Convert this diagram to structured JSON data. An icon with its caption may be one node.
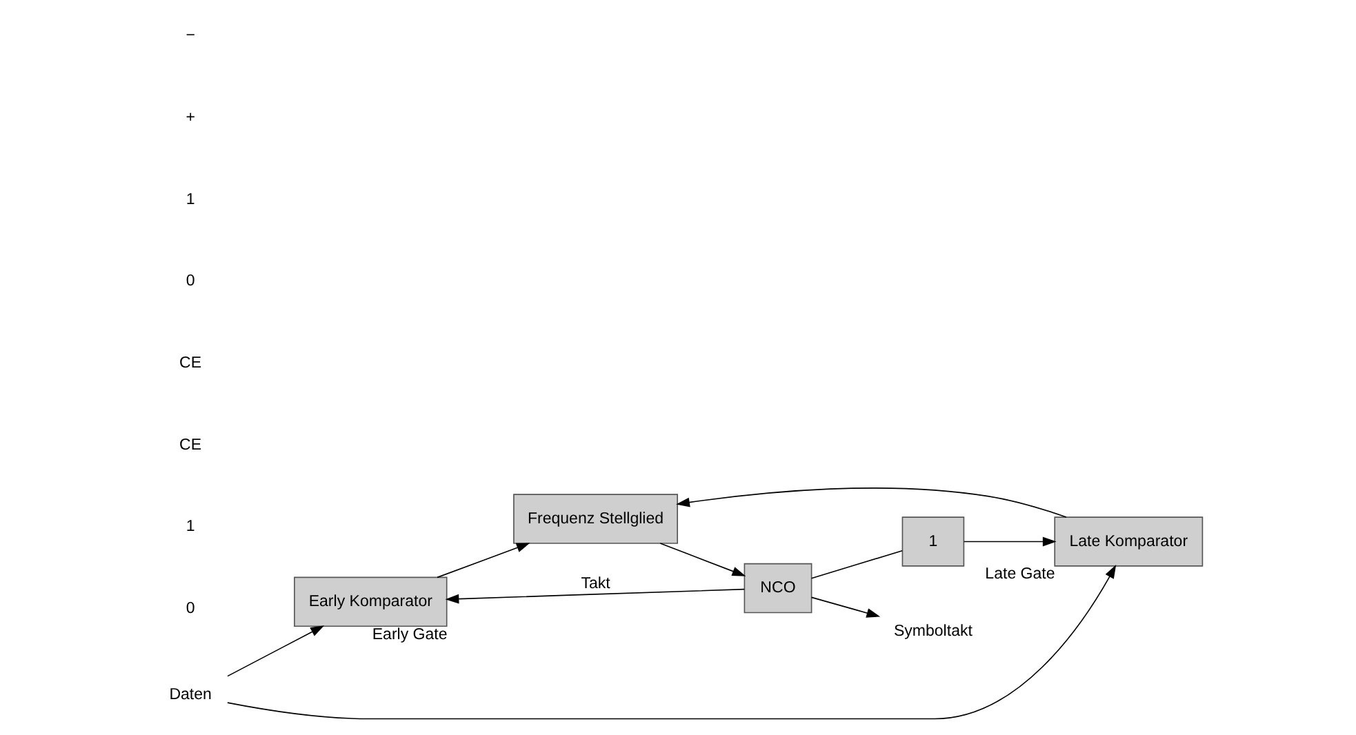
{
  "diagram": {
    "nodes": [
      {
        "text": [
          "Early Komparator"
        ],
        "beside": [
          "Early Gate"
        ]
      },
      {
        "text": [
          "Late Komparator"
        ],
        "beside": [
          "Late Gate"
        ]
      },
      {
        "text": [
          "Frequenz Stellglied"
        ]
      },
      {
        "text": [
          "NCO"
        ]
      },
      {
        "text": [
          "1"
        ]
      },
      {
        "text": [
          "Daten"
        ]
      },
      {
        "text": [
          "Symboltakt"
        ]
      }
    ],
    "edges": [
      {
        "from": 5,
        "to": 0,
        "arrow": "to"
      },
      {
        "from": 5,
        "to": 1,
        "arrow": "to"
      },
      {
        "from": 0,
        "to": 2,
        "arrow": "to"
      },
      {
        "from": 1,
        "to": 2,
        "arrow": "to"
      },
      {
        "from": 2,
        "to": 3,
        "arrow": "to"
      },
      {
        "from": 3,
        "to": 0,
        "arrow": "to",
        "label": "Takt"
      },
      {
        "from": 3,
        "to": 4,
        "arrow": "none"
      },
      {
        "from": 4,
        "to": 1,
        "arrow": "to"
      },
      {
        "from": 3,
        "to": 6,
        "arrow": "to"
      }
    ],
    "labels": [
      "0",
      "1",
      "CE",
      "CE",
      "0",
      "1",
      "+",
      "−"
    ]
  }
}
